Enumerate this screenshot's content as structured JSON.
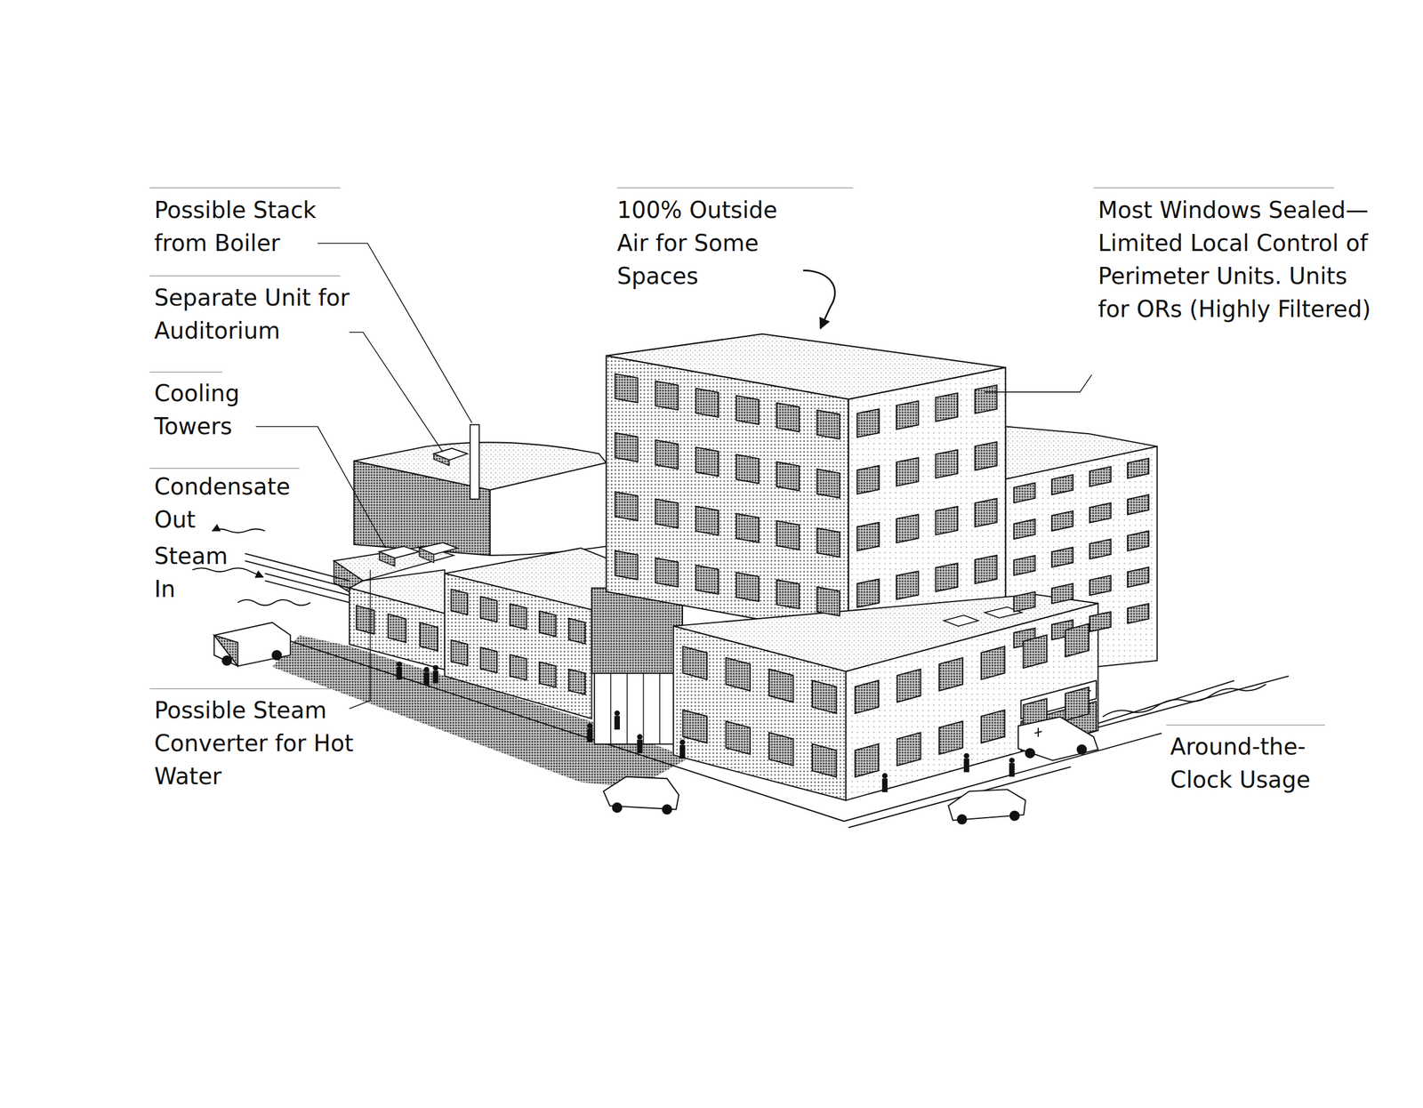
{
  "diagram": {
    "labels": [
      "Possible Stack from Boiler",
      "Separate Unit for Auditorium",
      "Cooling Towers",
      "Condensate Out",
      "Steam In",
      "Possible Steam Converter for Hot Water",
      "100% Outside Air for Some Spaces",
      "Most Windows Sealed—Limited Local Control of Perimeter Units. Units for ORs (Highly Filtered)",
      "Around-the-Clock Usage"
    ]
  }
}
